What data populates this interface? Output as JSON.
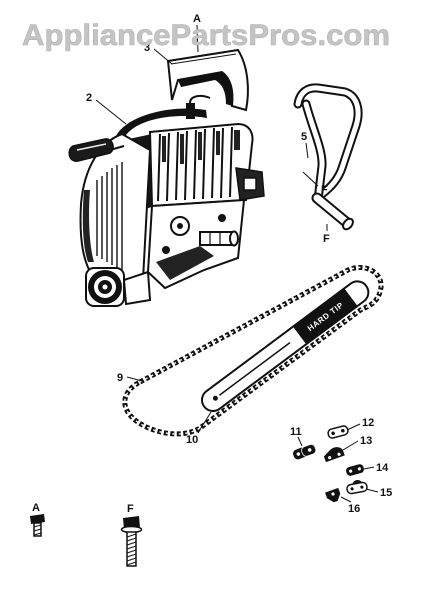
{
  "watermark": "AppliancePartsPros.com",
  "callouts": {
    "hardware_a_top": "A",
    "part_3": "3",
    "part_2": "2",
    "part_5": "5",
    "hardware_f_upper": "F",
    "hardware_f_lower": "F",
    "part_9": "9",
    "part_10": "10",
    "part_11": "11",
    "part_12": "12",
    "part_13": "13",
    "part_14": "14",
    "part_15": "15",
    "part_16": "16",
    "hardware_a": "A",
    "hardware_f": "F"
  },
  "guide_bar_label": "HARD TIP"
}
